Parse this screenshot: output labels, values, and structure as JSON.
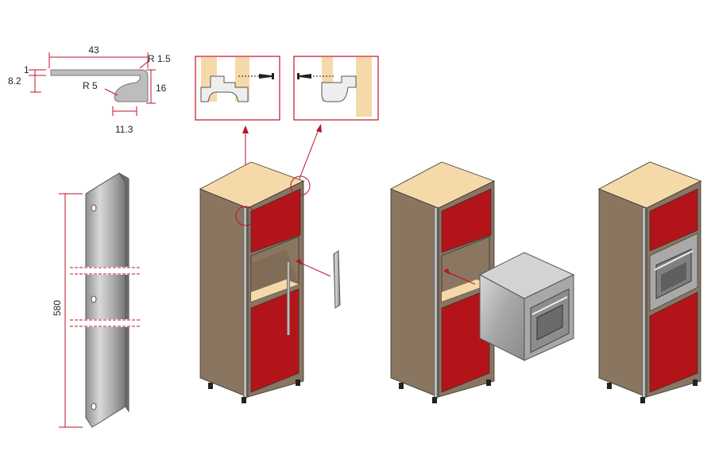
{
  "profile_dimensions": {
    "width": "43",
    "thickness": "1",
    "lip": "8.2",
    "radius_top": "R 1.5",
    "radius_inner": "R 5",
    "height": "16",
    "flange": "11.3"
  },
  "rail_length": "580",
  "colors": {
    "door_red": "#b3141a",
    "carcass": "#8a7560",
    "top_wood": "#f5d9a8",
    "steel": "#b8b8b8",
    "callout_red": "#d01020"
  },
  "icons": [
    "screw-icon",
    "oven-icon"
  ]
}
